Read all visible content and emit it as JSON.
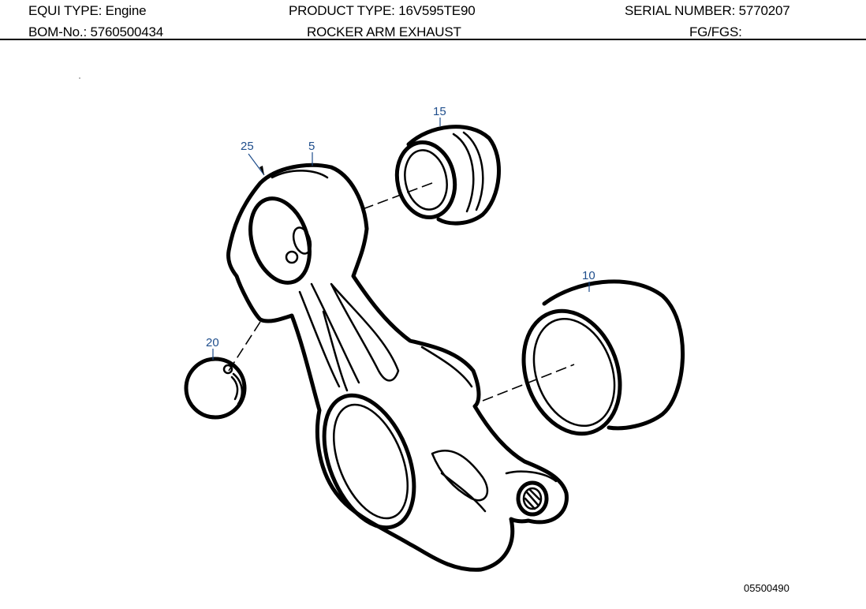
{
  "header": {
    "equi_type": "EQUI TYPE:  Engine",
    "product_type": "PRODUCT TYPE:  16V595TE90",
    "serial_number": "SERIAL NUMBER:  5770207",
    "bom_no": "BOM-No.:   5760500434",
    "title": "ROCKER ARM EXHAUST",
    "fg_fgs": "FG/FGS:"
  },
  "drawing": {
    "callouts": {
      "c5": "5",
      "c10": "10",
      "c15": "15",
      "c20": "20",
      "c25": "25"
    },
    "drawing_number": "05500490"
  },
  "colors": {
    "callout_blue": "#1f4e8c",
    "line": "#000000"
  }
}
